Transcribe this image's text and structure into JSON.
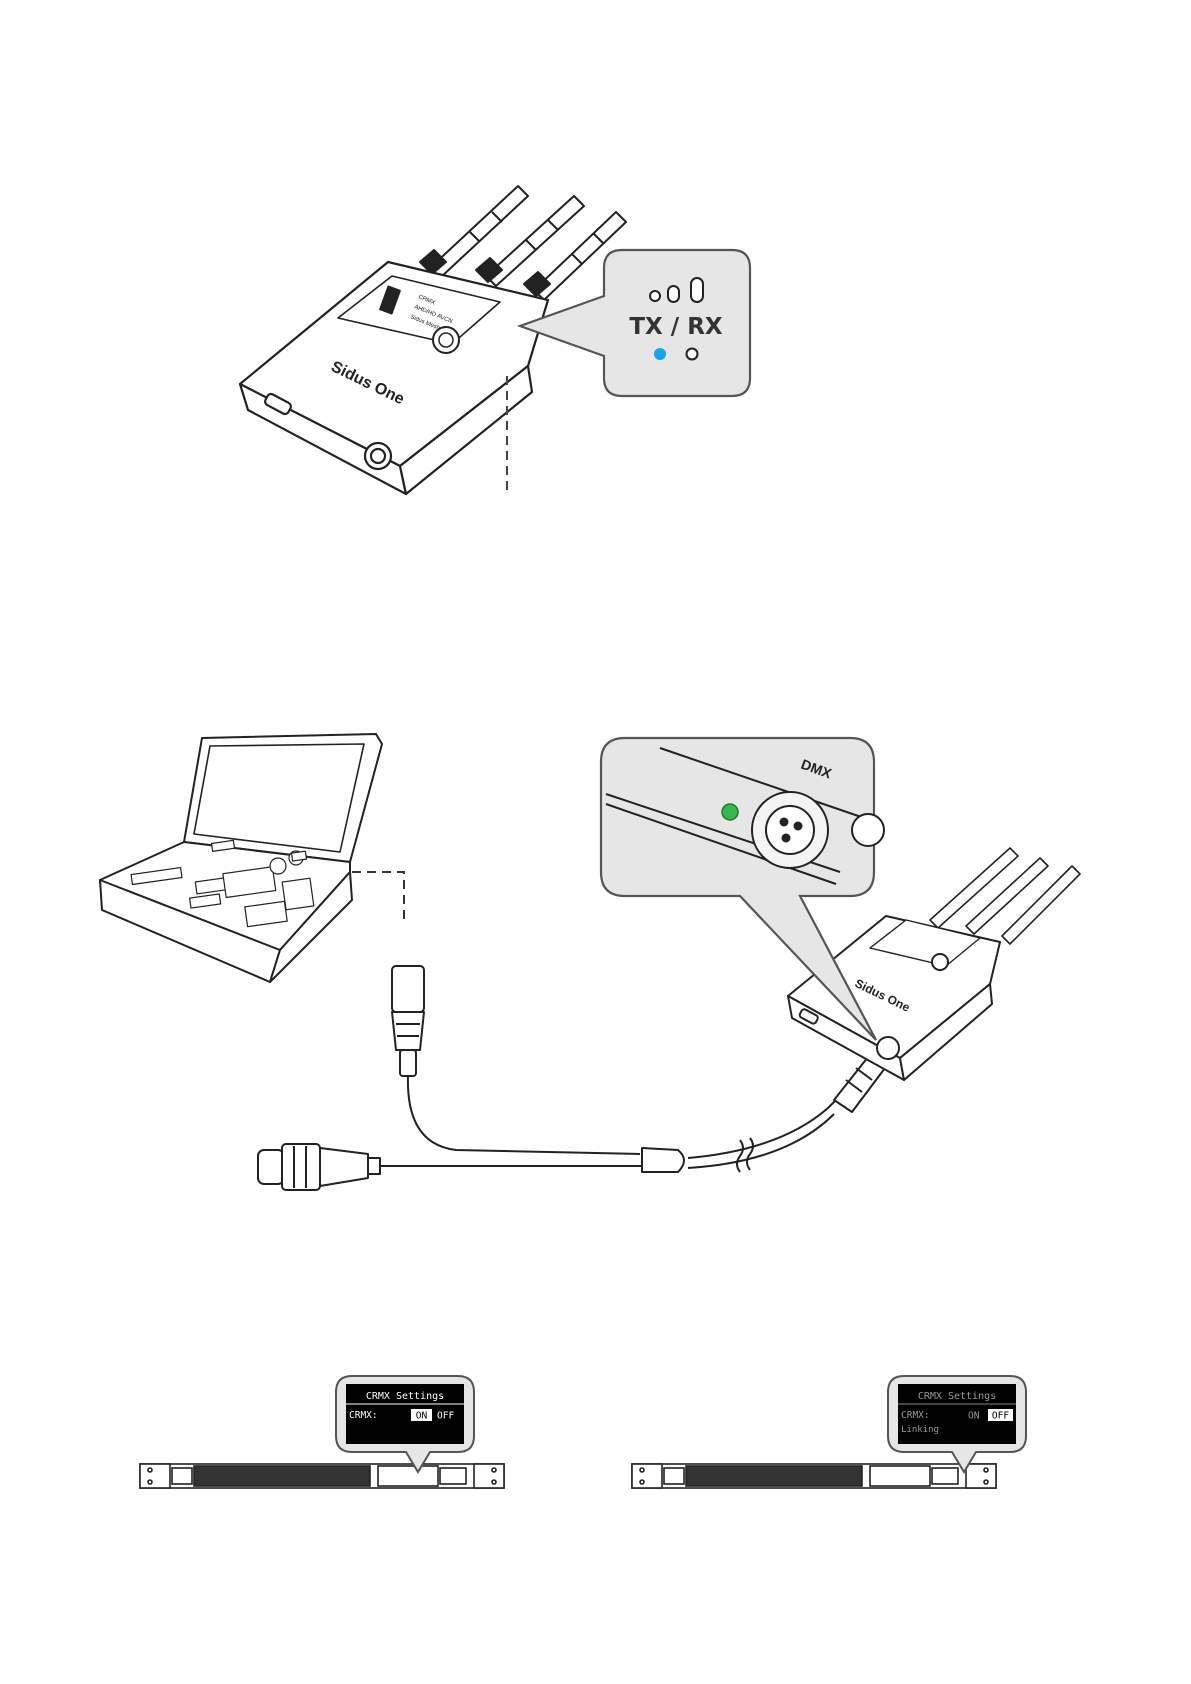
{
  "figure1": {
    "device_brand": "Sidus One",
    "menu_items": [
      "CRMX",
      "AHD/HD AVCN",
      "Sidus Mesh"
    ],
    "knob_label": "CRMX",
    "callout_title": "TX / RX",
    "led_colors": {
      "tx": "#1aa3e8",
      "rx": "#ffffff"
    }
  },
  "figure2": {
    "port_label": "DMX",
    "device_brand": "Sidus One",
    "led_color": "#39b54a"
  },
  "figure3": {
    "panels": [
      {
        "title": "CRMX Settings",
        "row_label": "CRMX:",
        "on_label": "ON",
        "off_label": "OFF",
        "selected": "ON",
        "extra_line": ""
      },
      {
        "title": "CRMX Settings",
        "row_label": "CRMX:",
        "on_label": "ON",
        "off_label": "OFF",
        "selected": "OFF",
        "extra_line": "Linking"
      }
    ]
  }
}
